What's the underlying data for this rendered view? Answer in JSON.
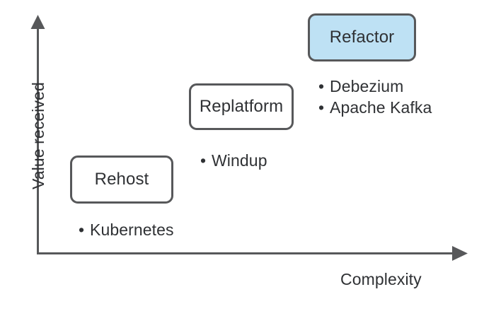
{
  "diagram": {
    "type": "quadrant-progression",
    "axes": {
      "y_label": "Value received",
      "x_label": "Complexity",
      "y_arrow_icon": "arrow-up-icon",
      "x_arrow_icon": "arrow-right-icon",
      "axis_color": "#57585a"
    },
    "colors": {
      "border": "#57585a",
      "text": "#2f3134",
      "highlight_fill": "#bee1f4",
      "default_fill": "#ffffff"
    },
    "stages": [
      {
        "id": "rehost",
        "label": "Rehost",
        "highlighted": false,
        "fill": "#ffffff",
        "tools": [
          "Kubernetes"
        ]
      },
      {
        "id": "replatform",
        "label": "Replatform",
        "highlighted": false,
        "fill": "#ffffff",
        "tools": [
          "Windup"
        ]
      },
      {
        "id": "refactor",
        "label": "Refactor",
        "highlighted": true,
        "fill": "#bee1f4",
        "tools": [
          "Debezium",
          "Apache Kafka"
        ]
      }
    ],
    "bullet_glyph": "•"
  }
}
